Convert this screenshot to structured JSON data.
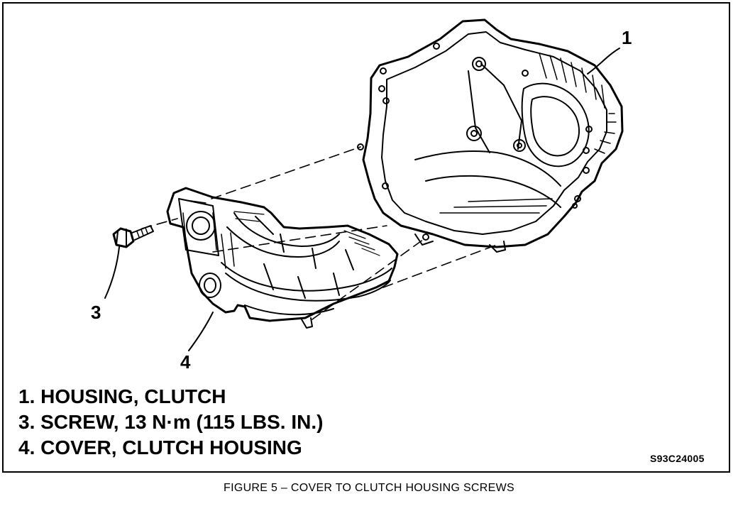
{
  "callouts": {
    "c1": "1",
    "c3": "3",
    "c4": "4"
  },
  "legend": [
    "1. HOUSING, CLUTCH",
    "3. SCREW, 13 N·m (115 LBS. IN.)",
    "4. COVER, CLUTCH HOUSING"
  ],
  "figure_code": "S93C24005",
  "caption": "FIGURE 5 – COVER TO CLUTCH HOUSING SCREWS",
  "icons": [
    "housing-drawing",
    "cover-plate-drawing",
    "screw-drawing"
  ],
  "colors": {
    "ink": "#000000",
    "paper": "#ffffff"
  }
}
